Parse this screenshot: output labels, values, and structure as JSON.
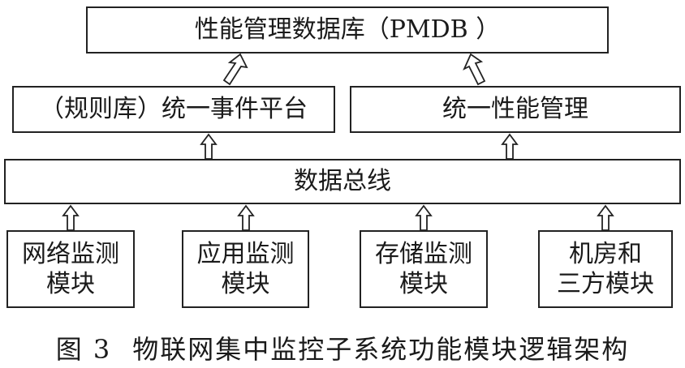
{
  "diagram": {
    "top_box": "性能管理数据库（PMDB ）",
    "left_box": "（规则库）统一事件平台",
    "right_box": "统一性能管理",
    "bus": "数据总线",
    "modules": [
      {
        "line1": "网络监测",
        "line2": "模块"
      },
      {
        "line1": "应用监测",
        "line2": "模块"
      },
      {
        "line1": "存储监测",
        "line2": "模块"
      },
      {
        "line1": "机房和",
        "line2": "三方模块"
      }
    ]
  },
  "caption": {
    "number": "图 3",
    "text": "物联网集中监控子系统功能模块逻辑架构"
  }
}
